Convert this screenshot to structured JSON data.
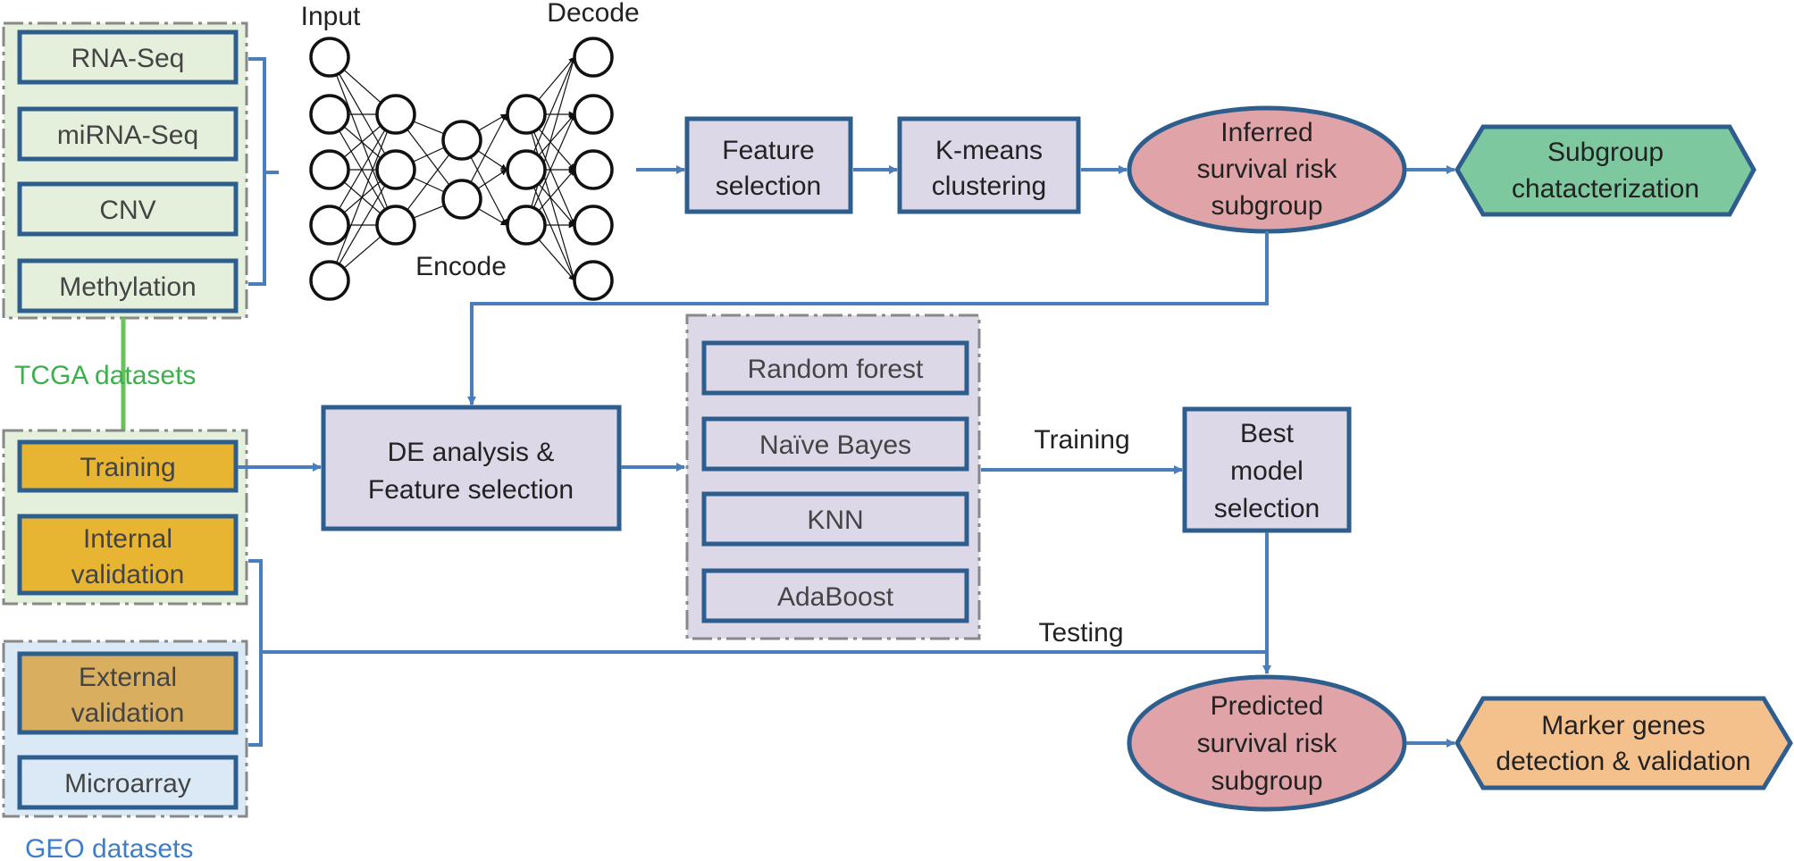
{
  "tcga": {
    "label": "TCGA datasets",
    "omics": [
      "RNA-Seq",
      "miRNA-Seq",
      "CNV",
      "Methylation"
    ],
    "training": "Training",
    "internal": [
      "Internal",
      "validation"
    ]
  },
  "geo": {
    "label": "GEO datasets",
    "external": [
      "External",
      "validation"
    ],
    "microarray": "Microarray"
  },
  "autoencoder": {
    "input": "Input",
    "decode": "Decode",
    "encode": "Encode"
  },
  "pipeline": {
    "feature_selection": [
      "Feature",
      "selection"
    ],
    "kmeans": [
      "K-means",
      "clustering"
    ],
    "inferred": [
      "Inferred",
      "survival risk",
      "subgroup"
    ],
    "subgroup_char": [
      "Subgroup",
      "chatacterization"
    ],
    "de_analysis": [
      "DE analysis &",
      "Feature selection"
    ],
    "models": [
      "Random forest",
      "Naïve Bayes",
      "KNN",
      "AdaBoost"
    ],
    "training_label": "Training",
    "testing_label": "Testing",
    "best_model": [
      "Best",
      "model",
      "selection"
    ],
    "predicted": [
      "Predicted",
      "survival risk",
      "subgroup"
    ],
    "marker": [
      "Marker genes",
      "detection & validation"
    ]
  },
  "colors": {
    "box_border": "#2e5e8e",
    "line": "#4a7ebb",
    "tcga_green": "#3cb04b",
    "geo_blue": "#3d7ec7",
    "light_green": "#e4f0dc",
    "light_blue": "#dbe8f6",
    "gold": "#e8b533",
    "gold_dark": "#d9ae5f",
    "lavender": "#dcd8e8",
    "pink": "#e0a4a8",
    "teal": "#7ec8a0",
    "peach": "#f4c08c"
  }
}
